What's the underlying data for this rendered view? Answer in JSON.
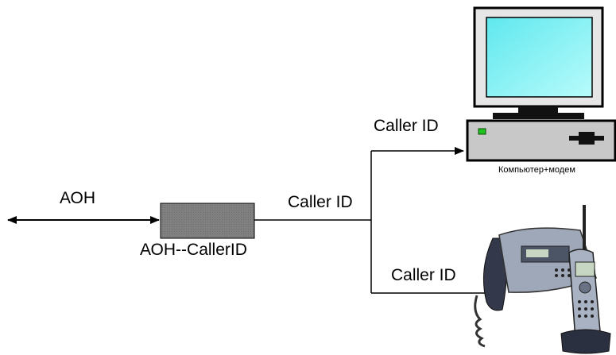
{
  "labels": {
    "aon_left": "АОН",
    "converter": "АОН--CallerID",
    "caller_mid": "Caller ID",
    "caller_top": "Caller ID",
    "caller_bottom": "Caller ID",
    "computer": "Компьютер+модем"
  },
  "icons": {
    "computer": "computer-with-monitor-icon",
    "phone": "cordless-phone-base-icon",
    "converter": "converter-box-icon"
  },
  "colors": {
    "line": "#000000",
    "box_fill": "#7a7a7a",
    "screen": "#7ff5f5",
    "case": "#c8c8c8",
    "led": "#21c21e"
  }
}
